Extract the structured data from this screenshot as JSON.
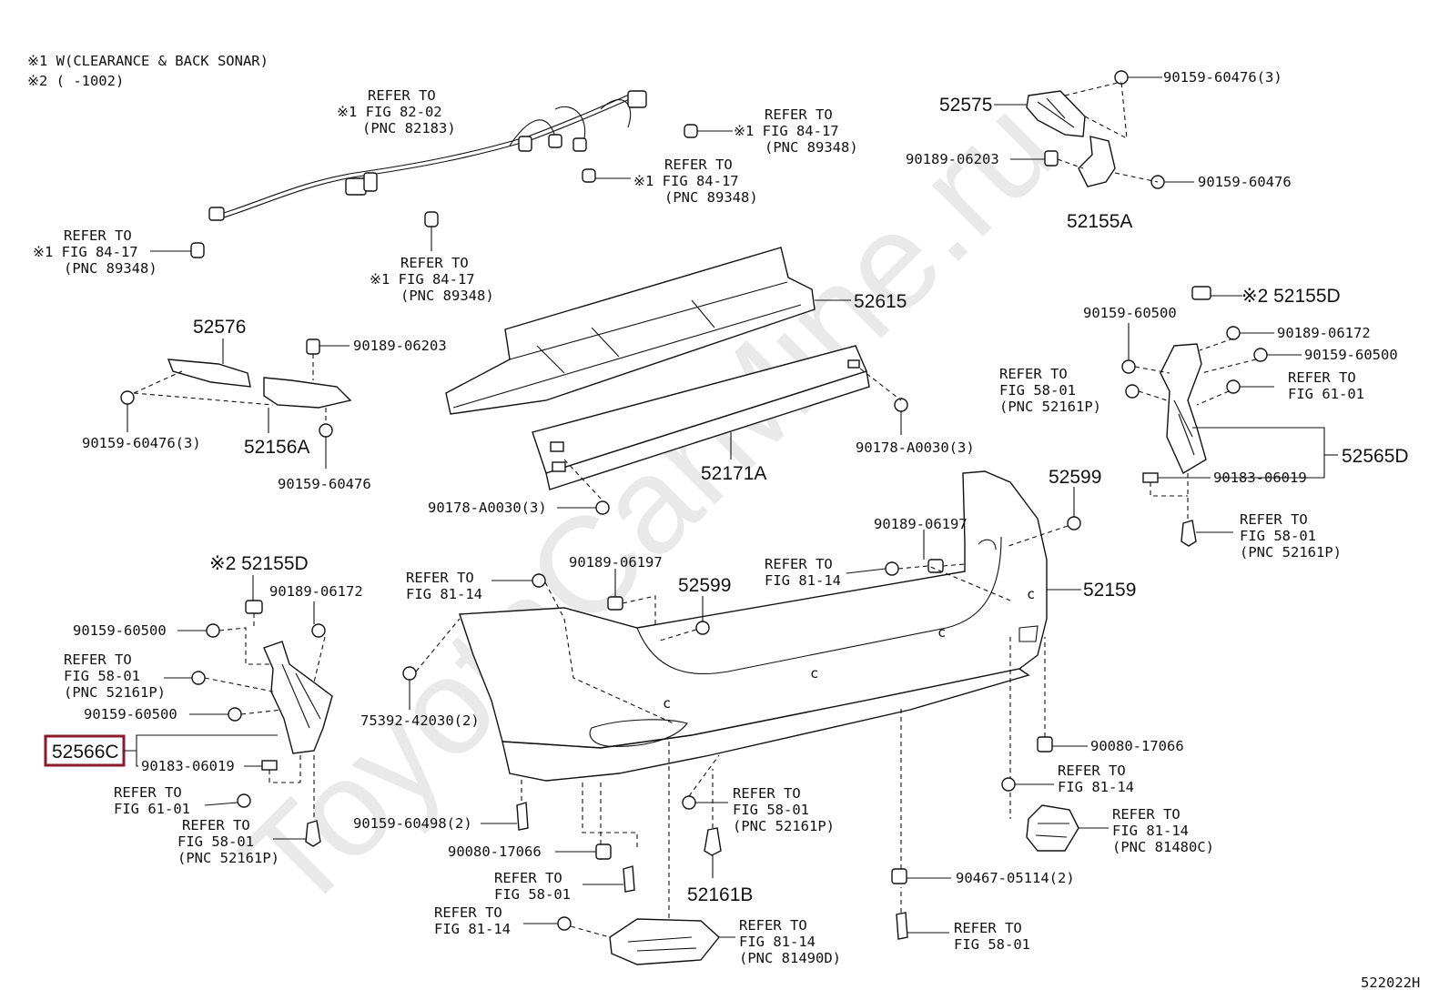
{
  "diagram_code": "522022H",
  "watermark": "ToyotaCarMine.ru",
  "notes": [
    "※1 W(CLEARANCE & BACK SONAR)",
    "※2 (        -1002)"
  ],
  "highlight_color": "#8b1a2b",
  "big_labels": {
    "p52575": "52575",
    "p52155A": "52155A",
    "p52615": "52615",
    "p52576": "52576",
    "p52156A": "52156A",
    "p52171A": "52171A",
    "p52155D_r": "※2 52155D",
    "p52565D": "52565D",
    "p52599_r": "52599",
    "p52159": "52159",
    "p52155D_l": "※2 52155D",
    "p52599_c": "52599",
    "p52566C": "52566C",
    "p52161B": "52161B"
  },
  "refs": {
    "wire": [
      "REFER TO",
      "※1 FIG 82-02",
      "(PNC 82183)"
    ],
    "sonar_tr": [
      "REFER TO",
      "※1 FIG 84-17",
      "(PNC 89348)"
    ],
    "sonar_mr": [
      "REFER TO",
      "※1 FIG 84-17",
      "(PNC 89348)"
    ],
    "sonar_l": [
      "REFER TO",
      "※1 FIG 84-17",
      "(PNC 89348)"
    ],
    "sonar_c": [
      "REFER TO",
      "※1 FIG 84-17",
      "(PNC 89348)"
    ],
    "r_58": [
      "REFER TO",
      "FIG 58-01",
      "(PNC 52161P)"
    ],
    "r_61": [
      "REFER TO",
      "FIG 61-01"
    ],
    "r_bottom58": [
      "REFER TO",
      "FIG 58-01",
      "(PNC 52161P)"
    ],
    "c_81_14a": [
      "REFER TO",
      "FIG 81-14"
    ],
    "r_81_14b": [
      "REFER TO",
      "FIG 81-14"
    ],
    "l_58": [
      "REFER TO",
      "FIG 58-01",
      "(PNC 52161P)"
    ],
    "l_61": [
      "REFER TO",
      "FIG 61-01"
    ],
    "l_bottom58": [
      "REFER TO",
      "FIG 58-01",
      "(PNC 52161P)"
    ],
    "c_81_14c": [
      "REFER TO",
      "FIG 81-14"
    ],
    "c_58_01": [
      "REFER TO",
      "FIG 58-01",
      "(PNC 52161P)"
    ],
    "rr_81_14": [
      "REFER TO",
      "FIG 81-14"
    ],
    "rr_lamp": [
      "REFER TO",
      "FIG 81-14",
      "(PNC 81480C)"
    ],
    "b_58_01": [
      "REFER TO",
      "FIG 58-01"
    ],
    "b_81_14": [
      "REFER TO",
      "FIG 81-14"
    ],
    "b_lamp": [
      "REFER TO",
      "FIG 81-14",
      "(PNC 81490D)"
    ],
    "br_58_01": [
      "REFER TO",
      "FIG 58-01"
    ]
  },
  "small_labels": {
    "a1": "90159-60476(3)",
    "a2": "90189-06203",
    "a3": "90159-60476",
    "a4": "90189-06203",
    "a5": "90159-60476(3)",
    "a6": "90159-60476",
    "a7": "90178-A0030(3)",
    "a8": "90178-A0030(3)",
    "a9": "90159-60500",
    "a10": "90189-06172",
    "a11": "90159-60500",
    "a12": "90183-06019",
    "a13": "90189-06197",
    "a14": "90189-06197",
    "a15": "90189-06172",
    "a16": "90159-60500",
    "a17": "90159-60500",
    "a18": "90183-06019",
    "a19": "75392-42030(2)",
    "a20": "90080-17066",
    "a21": "90159-60498(2)",
    "a22": "90080-17066",
    "a23": "90467-05114(2)"
  }
}
